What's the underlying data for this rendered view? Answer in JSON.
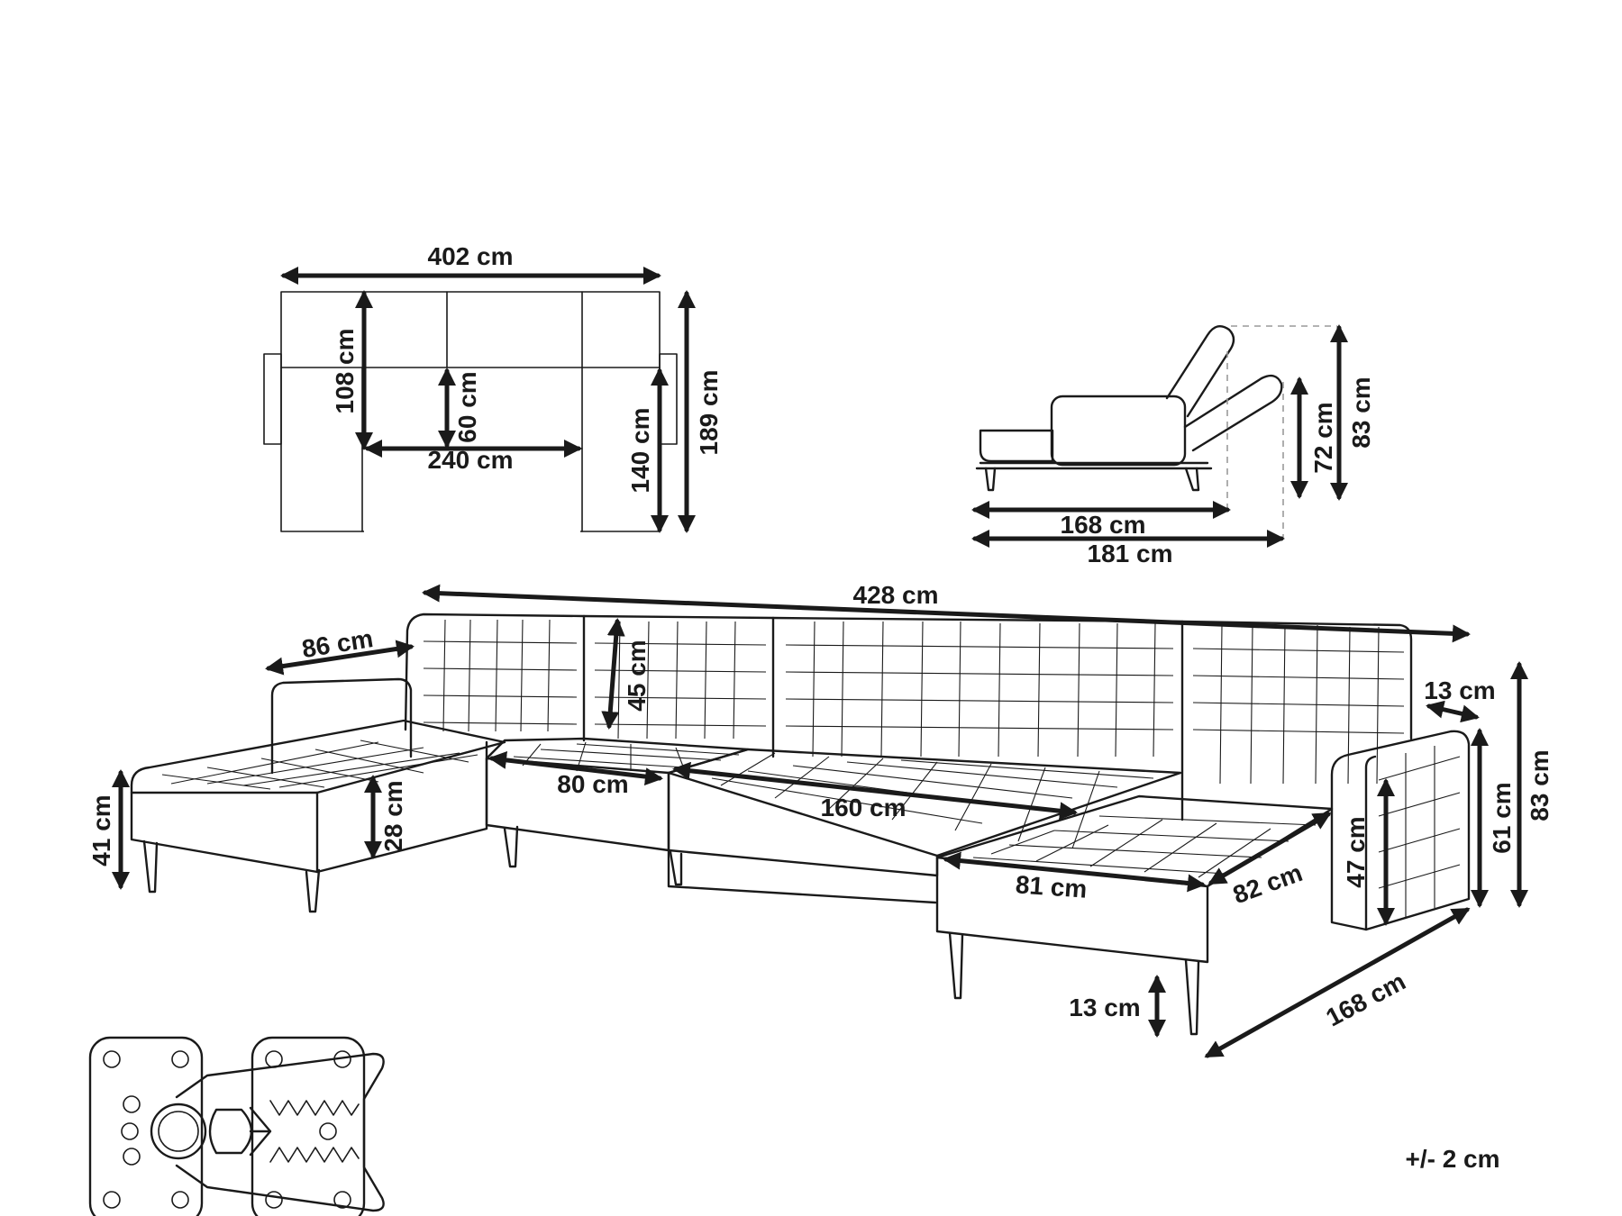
{
  "top_view": {
    "width": "402 cm",
    "depth_left": "108 cm",
    "depth_center": "60 cm",
    "center_width": "240 cm",
    "depth_right": "140 cm",
    "depth_total": "189 cm"
  },
  "side_view": {
    "height_recline": "72 cm",
    "height_total": "83 cm",
    "length_seat": "168 cm",
    "length_total": "181 cm"
  },
  "main_view": {
    "total_width": "428 cm",
    "armrest_width": "86 cm",
    "backrest_height": "45 cm",
    "seat_height": "41 cm",
    "seat_thickness": "28 cm",
    "module_width": "80 cm",
    "sofa_bed_width": "160 cm",
    "chaise_width": "81 cm",
    "chaise_depth": "82 cm",
    "arm_inner_height": "47 cm",
    "arm_height": "61 cm",
    "overall_height": "83 cm",
    "arm_depth": "13 cm",
    "leg_height": "13 cm",
    "chaise_length": "168 cm"
  },
  "tolerance": "+/- 2 cm",
  "icons": [
    "connector-bracket-icon",
    "arrowhead-icon"
  ]
}
